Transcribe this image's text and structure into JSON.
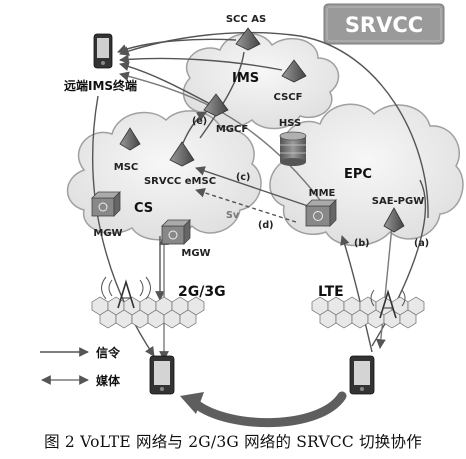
{
  "badge": {
    "label": "SRVCC",
    "color": "#9a9a9a"
  },
  "clouds": {
    "ims": "IMS",
    "cs": "CS",
    "epc": "EPC"
  },
  "nodes": {
    "scc_as": "SCC AS",
    "cscf": "CSCF",
    "mgcf": "MGCF",
    "hss": "HSS",
    "msc": "MSC",
    "srvcc_emsc": "SRVCC eMSC",
    "mme": "MME",
    "sae_gw": "SAE-PGW",
    "mgw_cs": "MGW",
    "mgw_ran": "MGW",
    "remote_terminal": "远端IMS终端"
  },
  "interfaces": {
    "a": "(a)",
    "b": "(b)",
    "c": "(c)",
    "d": "(d)",
    "e": "(e)",
    "sv": "Sv"
  },
  "radio": {
    "g23": "2G/3G",
    "lte": "LTE"
  },
  "legend": {
    "signaling": "信令",
    "media": "媒体"
  },
  "caption": "图 2  VoLTE 网络与 2G/3G 网络的 SRVCC 切换协作",
  "colors": {
    "cloud_fill": "#e9e9e9",
    "cloud_stroke": "#9c9c9c",
    "node": "#6f6f6f",
    "line": "#5a5a5a",
    "handover_arrow": "#5e5e5e"
  }
}
